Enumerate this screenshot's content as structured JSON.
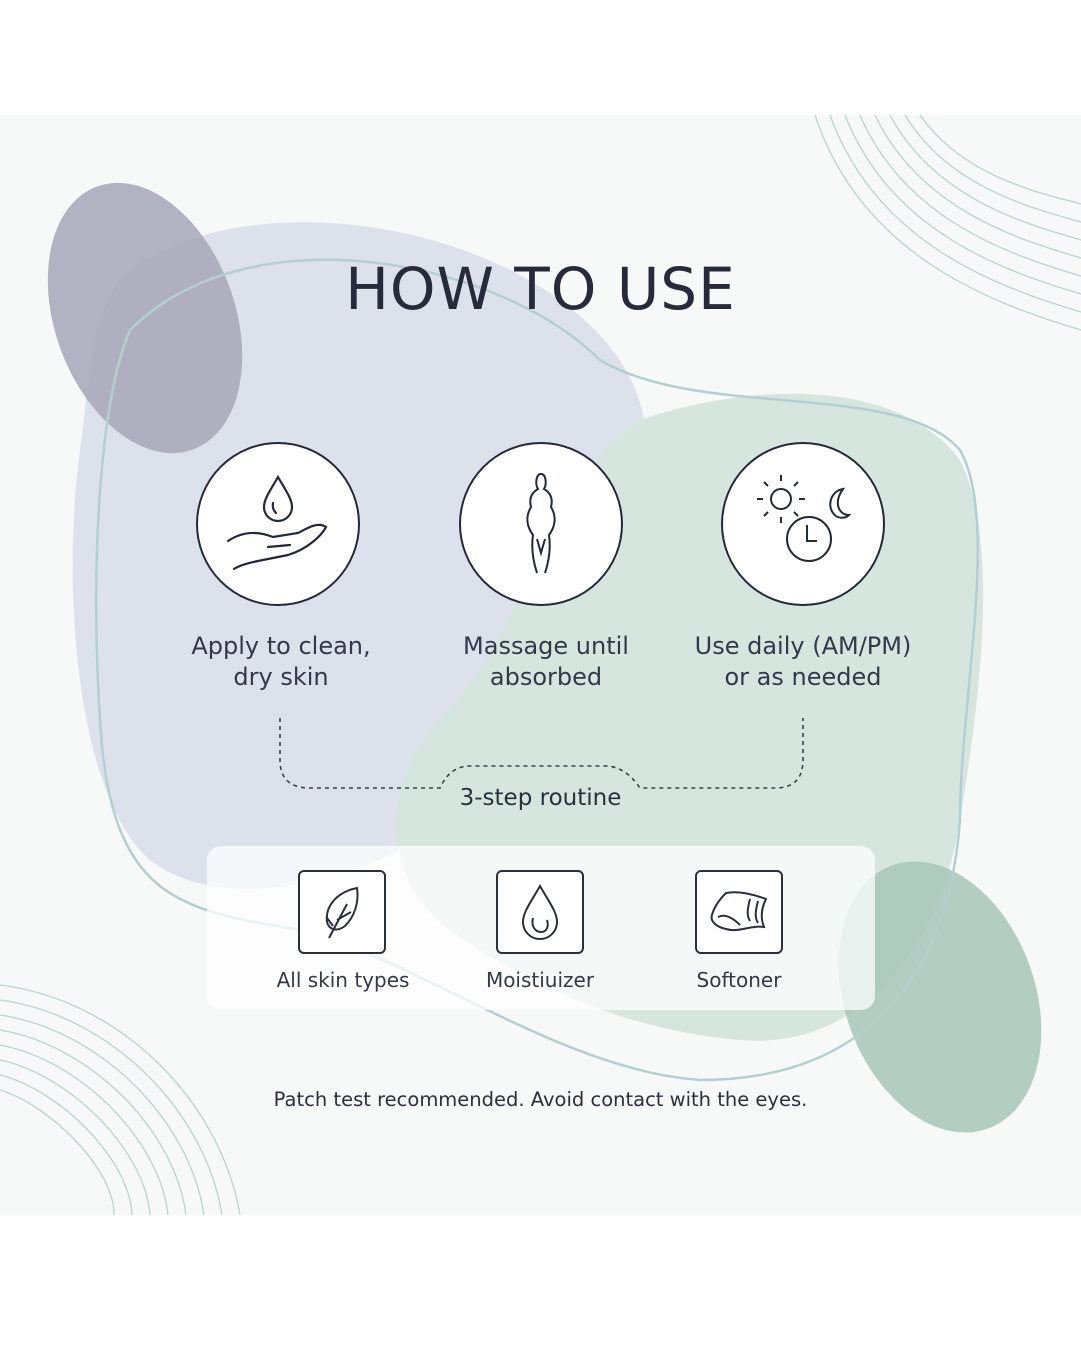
{
  "title": "HOW TO USE",
  "steps": [
    {
      "icon": "hand-drop-icon",
      "line1": "Apply to clean,",
      "line2": "dry skin"
    },
    {
      "icon": "body-silhouette-icon",
      "line1": "Massage until",
      "line2": "absorbed"
    },
    {
      "icon": "sun-moon-clock-icon",
      "line1": "Use daily (AM/PM)",
      "line2": "or as needed"
    }
  ],
  "routine_label": "3-step routine",
  "features": [
    {
      "icon": "leaf-icon",
      "label": "All skin types"
    },
    {
      "icon": "drop-icon",
      "label": "Moistiuizer"
    },
    {
      "icon": "fabric-icon",
      "label": "Softoner"
    }
  ],
  "note": "Patch test recommended. Avoid contact with the eyes.",
  "colors": {
    "lavender": "#dde1ec",
    "mauve": "#a7a6b8",
    "sage": "#d6e6df",
    "sage_dark": "#a7c5b9",
    "ink": "#262a3b"
  }
}
